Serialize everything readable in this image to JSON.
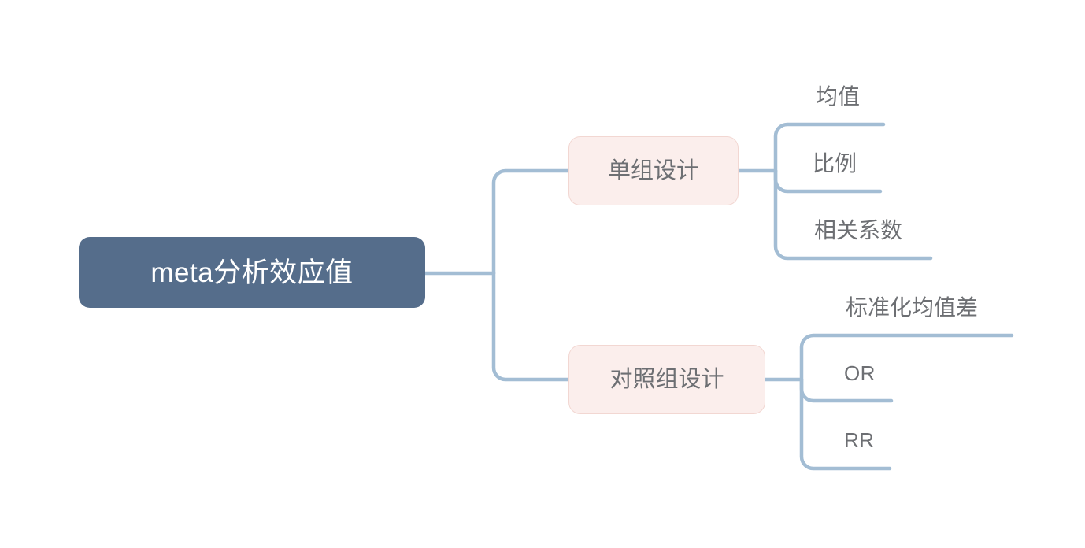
{
  "diagram": {
    "type": "mind-map",
    "title": "meta分析效应值",
    "orientation": "left-to-right",
    "colors": {
      "root_fill": "#556d8b",
      "root_text": "#ffffff",
      "branch_fill": "#fbeeec",
      "branch_border": "#f2d7d2",
      "branch_text": "#6d6f73",
      "leaf_text": "#6d6f73",
      "connector": "#a3bdd4",
      "background": "#ffffff"
    },
    "root": {
      "label": "meta分析效应值"
    },
    "branches": [
      {
        "label": "单组设计",
        "leaves": [
          {
            "label": "均值"
          },
          {
            "label": "比例"
          },
          {
            "label": "相关系数"
          }
        ]
      },
      {
        "label": "对照组设计",
        "leaves": [
          {
            "label": "标准化均值差"
          },
          {
            "label": "OR"
          },
          {
            "label": "RR"
          }
        ]
      }
    ]
  }
}
